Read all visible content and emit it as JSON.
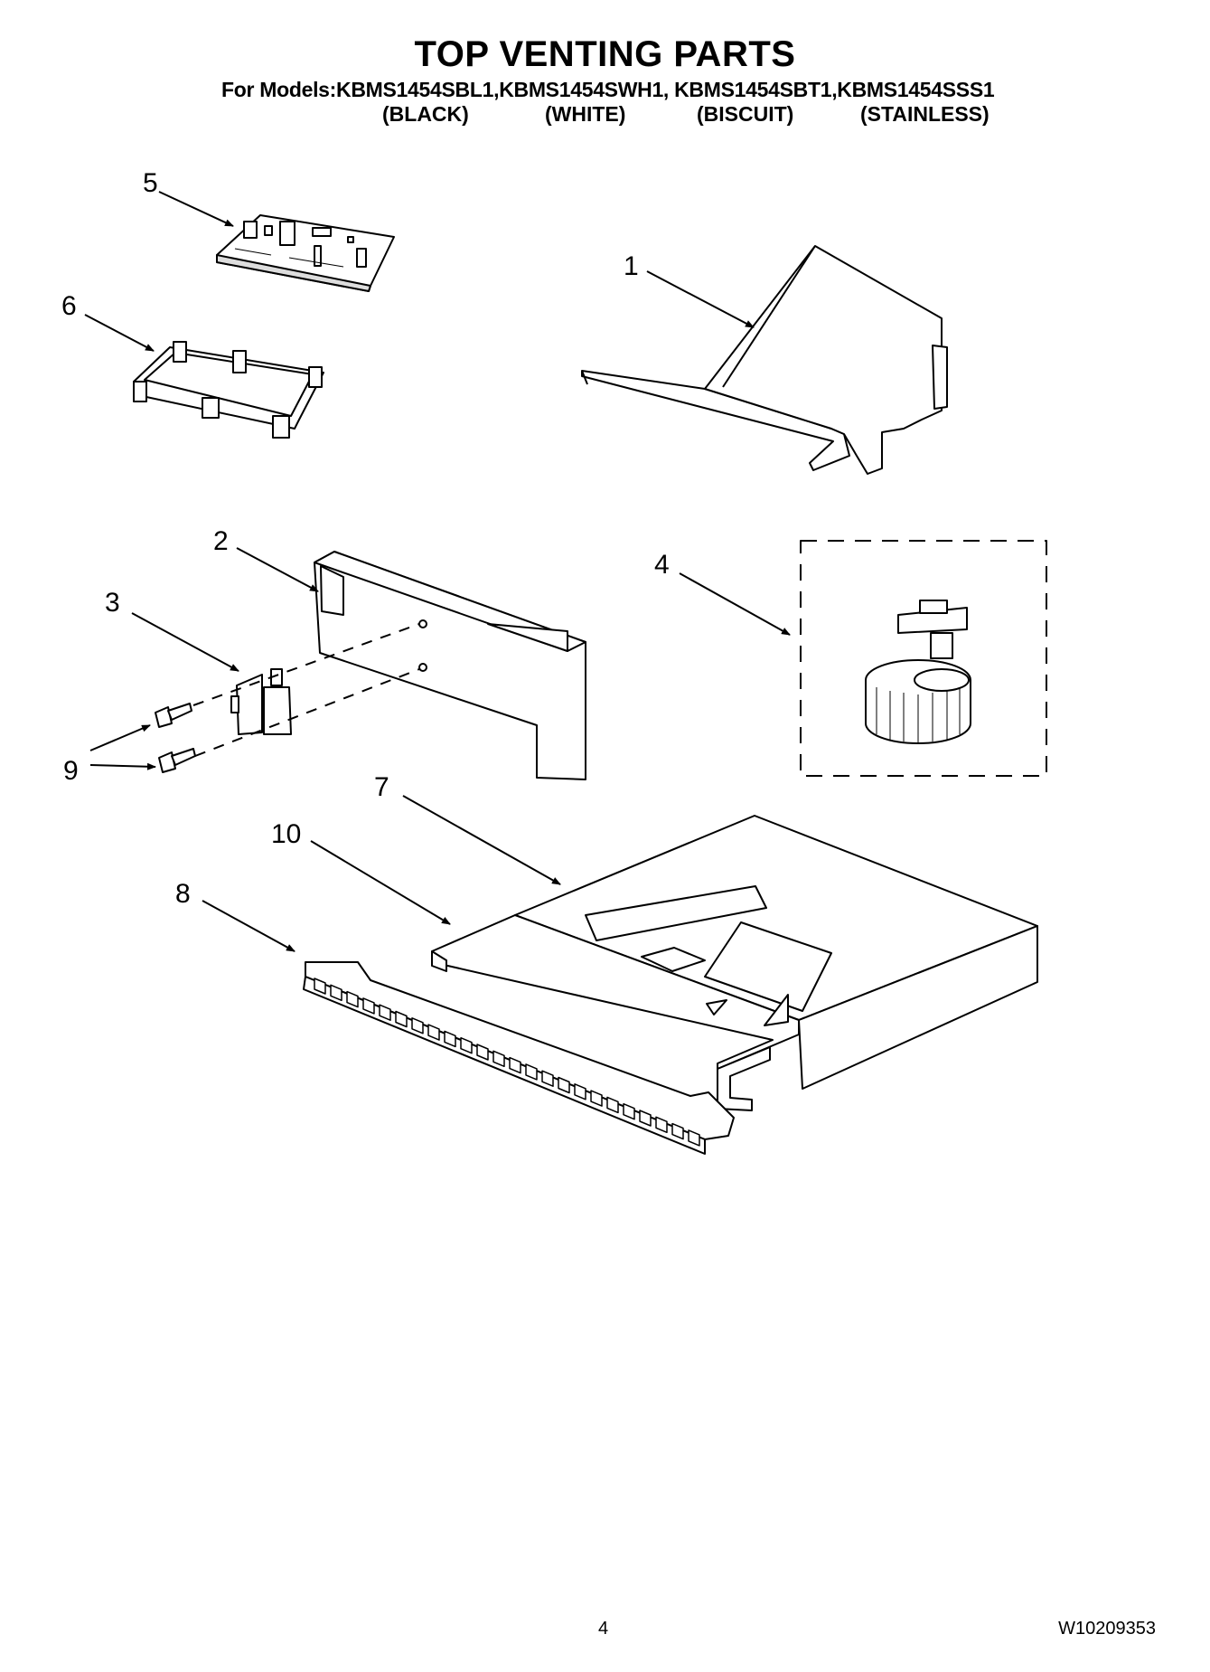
{
  "header": {
    "title": "TOP VENTING PARTS",
    "models_line": "For Models:KBMS1454SBL1,KBMS1454SWH1, KBMS1454SBT1,KBMS1454SSS1",
    "colors": [
      "(BLACK)",
      "(WHITE)",
      "(BISCUIT)",
      "(STAINLESS)"
    ]
  },
  "callouts": [
    "1",
    "2",
    "3",
    "4",
    "5",
    "6",
    "7",
    "8",
    "9",
    "10"
  ],
  "footer": {
    "page_number": "4",
    "doc_number": "W10209353"
  }
}
